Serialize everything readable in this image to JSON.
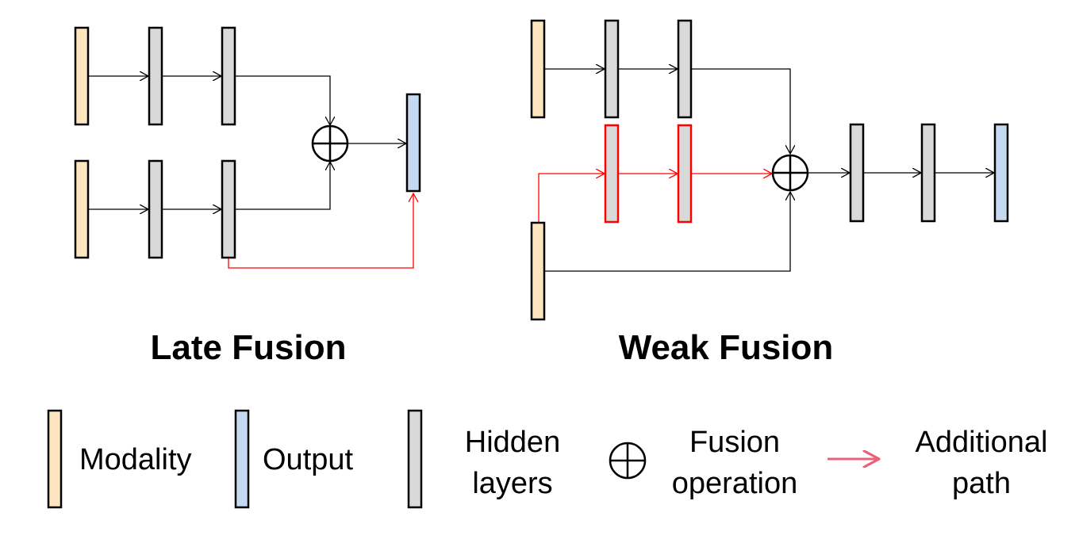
{
  "diagrams": {
    "late_fusion": {
      "title": "Late Fusion"
    },
    "weak_fusion": {
      "title": "Weak Fusion"
    }
  },
  "legend": {
    "modality": "Modality",
    "output": "Output",
    "hidden_line1": "Hidden",
    "hidden_line2": "layers",
    "fusion_line1": "Fusion",
    "fusion_line2": "operation",
    "additional_line1": "Additional",
    "additional_line2": "path"
  },
  "colors": {
    "modality": "#FDE5C0",
    "output": "#C5D9F1",
    "hidden": "#D9D9D9",
    "additional_path": "#FF0000",
    "legend_arrow": "#E8607A"
  }
}
